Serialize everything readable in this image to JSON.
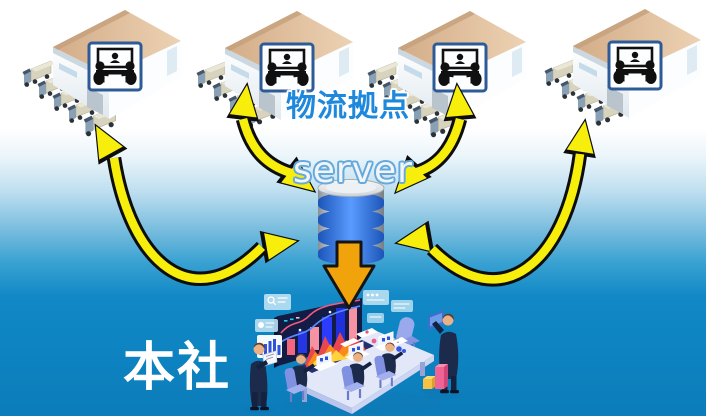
{
  "labels": {
    "logistics_sites": "物流拠点",
    "server": "server",
    "headquarters": "本社"
  },
  "diagram": {
    "type": "hub-and-spoke network diagram",
    "nodes": {
      "warehouses": [
        {
          "id": "warehouse-1",
          "icon": "warehouse-trucks-video-meeting-icon",
          "trucks": 5
        },
        {
          "id": "warehouse-2",
          "icon": "warehouse-trucks-video-meeting-icon",
          "trucks": 4
        },
        {
          "id": "warehouse-3",
          "icon": "warehouse-trucks-video-meeting-icon",
          "trucks": 5
        },
        {
          "id": "warehouse-4",
          "icon": "warehouse-trucks-video-meeting-icon",
          "trucks": 4
        }
      ],
      "server": {
        "id": "server",
        "icon": "database-cylinder-icon"
      },
      "headquarters": {
        "id": "headquarters",
        "icon": "business-analytics-meeting-illustration"
      }
    },
    "edges": [
      {
        "from": "warehouse-1",
        "to": "server",
        "style": "curved-double-headed-arrow",
        "color": "#f7ee0b"
      },
      {
        "from": "warehouse-2",
        "to": "server",
        "style": "curved-double-headed-arrow",
        "color": "#f7ee0b"
      },
      {
        "from": "warehouse-3",
        "to": "server",
        "style": "curved-double-headed-arrow",
        "color": "#f7ee0b"
      },
      {
        "from": "warehouse-4",
        "to": "server",
        "style": "curved-double-headed-arrow",
        "color": "#f7ee0b"
      },
      {
        "from": "server",
        "to": "headquarters",
        "style": "straight-down-arrow",
        "color": "#f1a30c"
      }
    ]
  },
  "colors": {
    "background_top": "#ffffff",
    "background_bottom": "#0c7cba",
    "sync_arrow": "#f7ee0b",
    "sync_arrow_outline": "#0d0d0d",
    "download_arrow": "#f1a30c",
    "logistics_label": "#1e88dd",
    "server_label_fill": "#f1f5f8",
    "server_label_outline": "#66a9dd",
    "headquarters_label": "#ffffff"
  }
}
